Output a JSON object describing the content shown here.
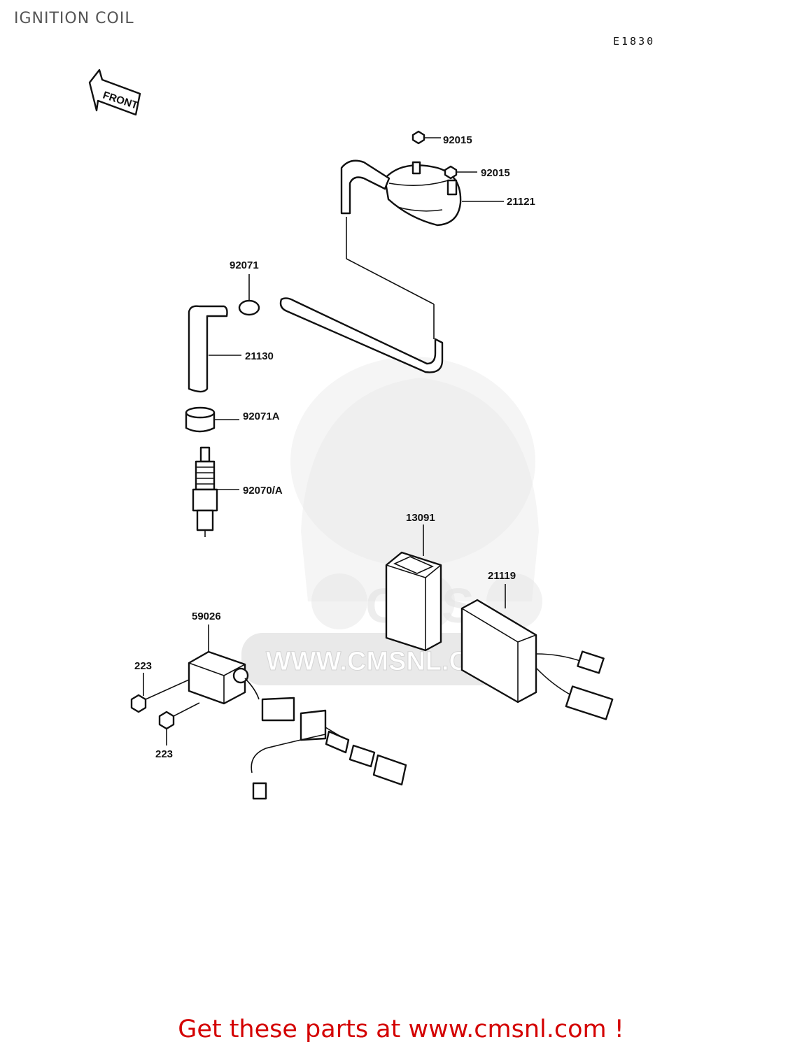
{
  "title": "IGNITION COIL",
  "diagram_code": "E1830",
  "front_arrow_label": "FRONT",
  "watermark_text": "WWW.CMSNL.COM",
  "watermark_logo_text": "CMS",
  "footer_text": "Get these parts at www.cmsnl.com !",
  "colors": {
    "footer": "#d40000",
    "title": "#555555",
    "watermark": "#cfcfcf",
    "ink": "#111111"
  },
  "parts": [
    {
      "ref": "92015",
      "name": "nut-upper"
    },
    {
      "ref": "92015",
      "name": "nut-lower"
    },
    {
      "ref": "21121",
      "name": "ignition-coil"
    },
    {
      "ref": "92071",
      "name": "cap"
    },
    {
      "ref": "21130",
      "name": "plug-cap"
    },
    {
      "ref": "92071A",
      "name": "seal"
    },
    {
      "ref": "92070/A",
      "name": "spark-plug"
    },
    {
      "ref": "13091",
      "name": "cdi-cover"
    },
    {
      "ref": "21119",
      "name": "cdi-unit"
    },
    {
      "ref": "59026",
      "name": "regulator"
    },
    {
      "ref": "223",
      "name": "bolt-upper"
    },
    {
      "ref": "223",
      "name": "bolt-lower"
    }
  ]
}
